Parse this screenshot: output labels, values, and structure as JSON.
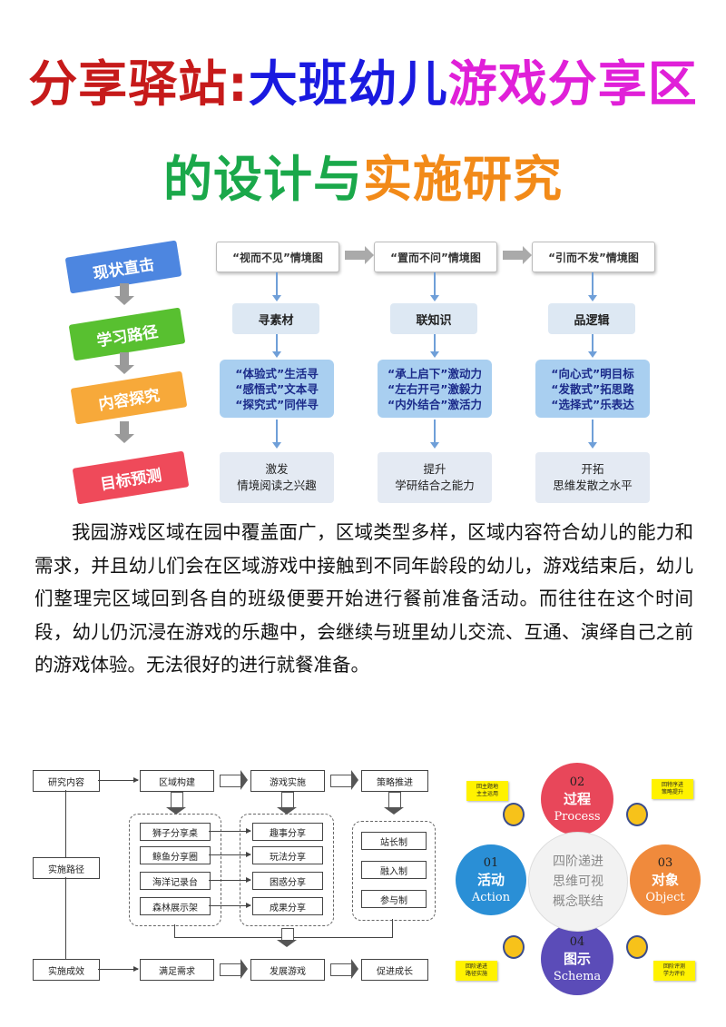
{
  "title": {
    "line1": {
      "part1": "分享驿站:",
      "part2": "大班幼儿",
      "part3": "游戏分享区"
    },
    "line2": {
      "part1": "的设计与",
      "part2": "实施研究"
    },
    "colors": {
      "red": "#c61a1a",
      "blue": "#1a1ae0",
      "magenta": "#e020d8",
      "green": "#1aa84a",
      "orange": "#f28a18"
    }
  },
  "figure1": {
    "steps": [
      "现状直击",
      "学习路径",
      "内容探究",
      "目标预测"
    ],
    "columns": [
      {
        "header": "“视而不见”情境图",
        "mid": "寻素材",
        "items": [
          "“体验式”生活寻",
          "“感悟式”文本寻",
          "“探究式”同伴寻"
        ],
        "out": [
          "激发",
          "情境阅读之兴趣"
        ]
      },
      {
        "header": "“置而不问”情境图",
        "mid": "联知识",
        "items": [
          "“承上启下”激动力",
          "“左右开弓”激毅力",
          "“内外结合”激活力"
        ],
        "out": [
          "提升",
          "学研结合之能力"
        ]
      },
      {
        "header": "“引而不发”情境图",
        "mid": "品逻辑",
        "items": [
          "“向心式”明目标",
          "“发散式”拓思路",
          "“选择式”乐表达"
        ],
        "out": [
          "开拓",
          "思维发散之水平"
        ]
      }
    ]
  },
  "paragraph": "我园游戏区域在园中覆盖面广，区域类型多样，区域内容符合幼儿的能力和需求，并且幼儿们会在区域游戏中接触到不同年龄段的幼儿，游戏结束后，幼儿们整理完区域回到各自的班级便要开始进行餐前准备活动。而往往在这个时间段，幼儿仍沉浸在游戏的乐趣中，会继续与班里幼儿交流、互通、演绎自己之前的游戏体验。无法很好的进行就餐准备。",
  "figure2": {
    "left": [
      "研究内容",
      "实施路径",
      "实施成效"
    ],
    "top": [
      "区域构建",
      "游戏实施",
      "策略推进"
    ],
    "col1": [
      "狮子分享桌",
      "鲸鱼分享圈",
      "海洋记录台",
      "森林展示架"
    ],
    "col2": [
      "趣事分享",
      "玩法分享",
      "困惑分享",
      "成果分享"
    ],
    "col3": [
      "站长制",
      "融入制",
      "参与制"
    ],
    "bottom": [
      "满足需求",
      "发展游戏",
      "促进成长"
    ]
  },
  "figure3": {
    "center": [
      "四阶递进",
      "思维可视",
      "概念联结"
    ],
    "nodes": [
      {
        "num": "02",
        "zh": "过程",
        "en": "Process",
        "color": "#e8475a"
      },
      {
        "num": "01",
        "zh": "活动",
        "en": "Action",
        "color": "#2a8fd6"
      },
      {
        "num": "03",
        "zh": "对象",
        "en": "Object",
        "color": "#f08a3c"
      },
      {
        "num": "04",
        "zh": "图示",
        "en": "Schema",
        "color": "#5b4cb8"
      }
    ],
    "notes": [
      [
        "回主题地",
        "主主运用"
      ],
      [
        "回特序进",
        "策略提升"
      ],
      [
        "回阶递进",
        "路径实施"
      ],
      [
        "回阶评测",
        "学力评价"
      ]
    ]
  }
}
